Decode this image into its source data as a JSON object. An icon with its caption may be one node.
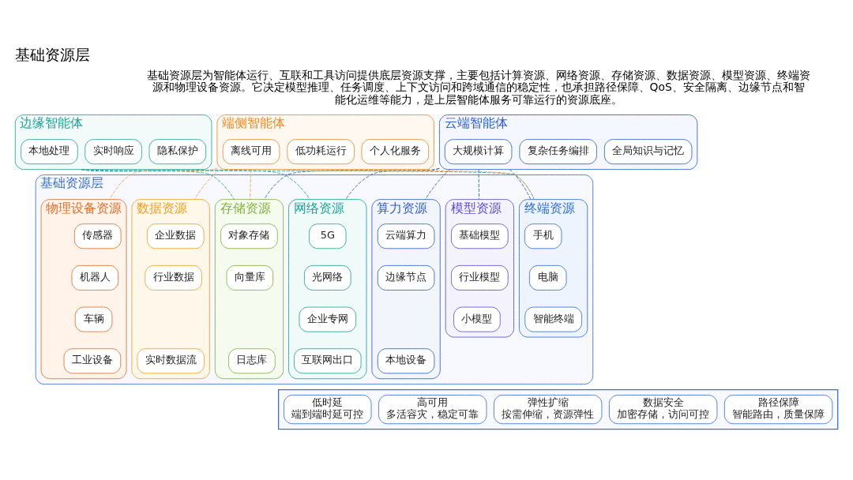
{
  "diagram": {
    "title": "基础资源层",
    "nodes": [
      {
        "text": [
          "云端智能体"
        ]
      },
      {
        "text": [
          "大规模计算"
        ],
        "in": 0
      },
      {
        "text": [
          "复杂任务编排"
        ],
        "in": 0
      },
      {
        "text": [
          "全局知识与记忆"
        ],
        "in": 0
      },
      {
        "text": [
          "边缘智能体"
        ]
      },
      {
        "text": [
          "本地处理"
        ],
        "in": 4
      },
      {
        "text": [
          "实时响应"
        ],
        "in": 4
      },
      {
        "text": [
          "隐私保护"
        ],
        "in": 4
      },
      {
        "text": [
          "端侧智能体"
        ]
      },
      {
        "text": [
          "离线可用"
        ],
        "in": 8
      },
      {
        "text": [
          "低功耗运行"
        ],
        "in": 8
      },
      {
        "text": [
          "个人化服务"
        ],
        "in": 8
      },
      {
        "text": [
          "基础资源层"
        ]
      },
      {
        "text": [
          "算力资源"
        ],
        "in": 12
      },
      {
        "text": [
          "云端算力"
        ],
        "in": 13
      },
      {
        "text": [
          "边缘节点"
        ],
        "in": 13
      },
      {
        "text": [
          "本地设备"
        ],
        "in": 13
      },
      {
        "text": [
          "网络资源"
        ],
        "in": 12
      },
      {
        "text": [
          "5G"
        ],
        "in": 17
      },
      {
        "text": [
          "光网络"
        ],
        "in": 17
      },
      {
        "text": [
          "企业专网"
        ],
        "in": 17
      },
      {
        "text": [
          "互联网出口"
        ],
        "in": 17
      },
      {
        "text": [
          "存储资源"
        ],
        "in": 12
      },
      {
        "text": [
          "对象存储"
        ],
        "in": 22
      },
      {
        "text": [
          "向量库"
        ],
        "in": 22
      },
      {
        "text": [
          "日志库"
        ],
        "in": 22
      },
      {
        "text": [
          "数据资源"
        ],
        "in": 12
      },
      {
        "text": [
          "企业数据"
        ],
        "in": 26
      },
      {
        "text": [
          "行业数据"
        ],
        "in": 26
      },
      {
        "text": [
          "实时数据流"
        ],
        "in": 26
      },
      {
        "text": [
          "模型资源"
        ],
        "in": 12
      },
      {
        "text": [
          "基础模型"
        ],
        "in": 30
      },
      {
        "text": [
          "行业模型"
        ],
        "in": 30
      },
      {
        "text": [
          "小模型"
        ],
        "in": 30
      },
      {
        "text": [
          "终端资源"
        ],
        "in": 12
      },
      {
        "text": [
          "手机"
        ],
        "in": 34
      },
      {
        "text": [
          "电脑"
        ],
        "in": 34
      },
      {
        "text": [
          "智能终端"
        ],
        "in": 34
      },
      {
        "text": [
          "物理设备资源"
        ],
        "in": 12
      },
      {
        "text": [
          "传感器"
        ],
        "in": 38
      },
      {
        "text": [
          "机器人"
        ],
        "in": 38
      },
      {
        "text": [
          "车辆"
        ],
        "in": 38
      },
      {
        "text": [
          "工业设备"
        ],
        "in": 38
      },
      {
        "text": [],
        "shape": "box"
      },
      {
        "text": [
          "低时延",
          "端到端时延可控"
        ],
        "in": 43
      },
      {
        "text": [
          "高可用",
          "多活容灾，稳定可靠"
        ],
        "in": 43
      },
      {
        "text": [
          "弹性扩缩",
          "按需伸缩，资源弹性"
        ],
        "in": 43
      },
      {
        "text": [
          "数据安全",
          "加密存储，访问可控"
        ],
        "in": 43
      },
      {
        "text": [
          "路径保障",
          "智能路由，质量保障"
        ],
        "in": 43
      }
    ],
    "edges": [
      {
        "from": 0,
        "to": 13,
        "arrow": "none",
        "style": "dashed"
      },
      {
        "from": 0,
        "to": 17,
        "arrow": "none",
        "style": "dashed"
      },
      {
        "from": 0,
        "to": 22,
        "arrow": "none",
        "style": "dashed"
      },
      {
        "from": 0,
        "to": 30,
        "arrow": "none",
        "style": "dashed"
      },
      {
        "from": 0,
        "to": 34,
        "arrow": "none",
        "style": "dashed"
      },
      {
        "from": 4,
        "to": 17,
        "arrow": "none",
        "style": "dashed",
        "color": "#1fa39a"
      },
      {
        "from": 4,
        "to": 22,
        "arrow": "none",
        "style": "dashed",
        "color": "#1fa39a"
      },
      {
        "from": 4,
        "to": 34,
        "arrow": "none",
        "style": "dashed",
        "color": "#1fa39a"
      },
      {
        "from": 8,
        "to": 26,
        "arrow": "none",
        "style": "dashed",
        "color": "#f0a040"
      },
      {
        "from": 8,
        "to": 22,
        "arrow": "none",
        "style": "dashed",
        "color": "#f0a040"
      },
      {
        "from": 8,
        "to": 34,
        "arrow": "none",
        "style": "dashed",
        "color": "#f0a040"
      },
      {
        "from": 8,
        "to": 38,
        "arrow": "none",
        "style": "dashed",
        "color": "#f0a040"
      }
    ],
    "labels": [
      "基础资源层为智能体运行、互联和工具访问提供底层资源支撑，主要包括计算资源、网络资源、存储资源、数据资源、模型资源、终端资源和物理设备资源。它决定模型推理、任务调度、上下文访问和跨域通信的稳定性，也承担路径保障、QoS、安全隔离、边缘节点和智能化运维等能力，是上层智能体服务可靠运行的资源底座。"
    ]
  }
}
